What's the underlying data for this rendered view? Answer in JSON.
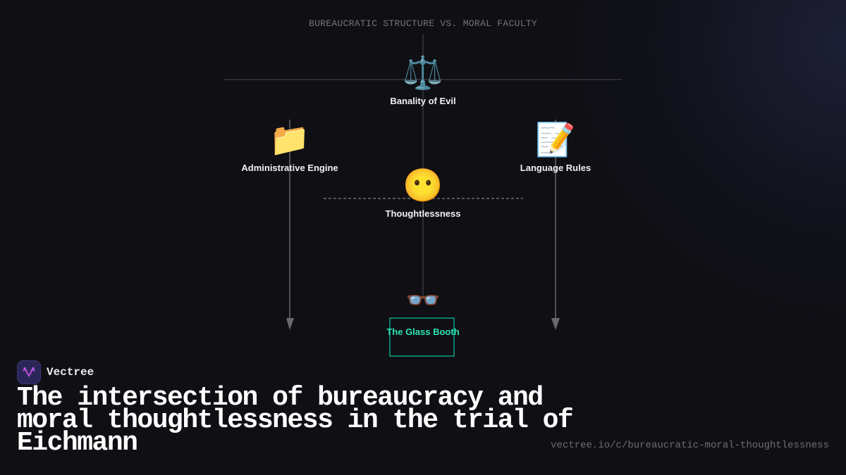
{
  "diagram": {
    "title": "BUREAUCRATIC STRUCTURE VS. MORAL FACULTY",
    "nodes": {
      "banality": {
        "icon": "⚖️",
        "icon_name": "balance-scale-icon",
        "label": "Banality of Evil"
      },
      "admin": {
        "icon": "📁",
        "icon_name": "folder-icon",
        "label": "Administrative Engine"
      },
      "language": {
        "icon": "📝",
        "icon_name": "memo-pencil-icon",
        "label": "Language Rules"
      },
      "thoughtless": {
        "icon": "😶",
        "icon_name": "face-without-mouth-icon",
        "label": "Thoughtlessness"
      },
      "booth": {
        "icon": "👓",
        "icon_name": "glasses-icon",
        "label": "The Glass Booth"
      }
    },
    "colors": {
      "background": "#0f0f14",
      "edge": "#5a5a5e",
      "booth_border": "#0e7d66",
      "booth_label": "#2ee6b8"
    }
  },
  "brand": {
    "name": "Vectree"
  },
  "headline": "The intersection of bureaucracy and moral thoughtlessness in the trial of Eichmann",
  "url": "vectree.io/c/bureaucratic-moral-thoughtlessness"
}
